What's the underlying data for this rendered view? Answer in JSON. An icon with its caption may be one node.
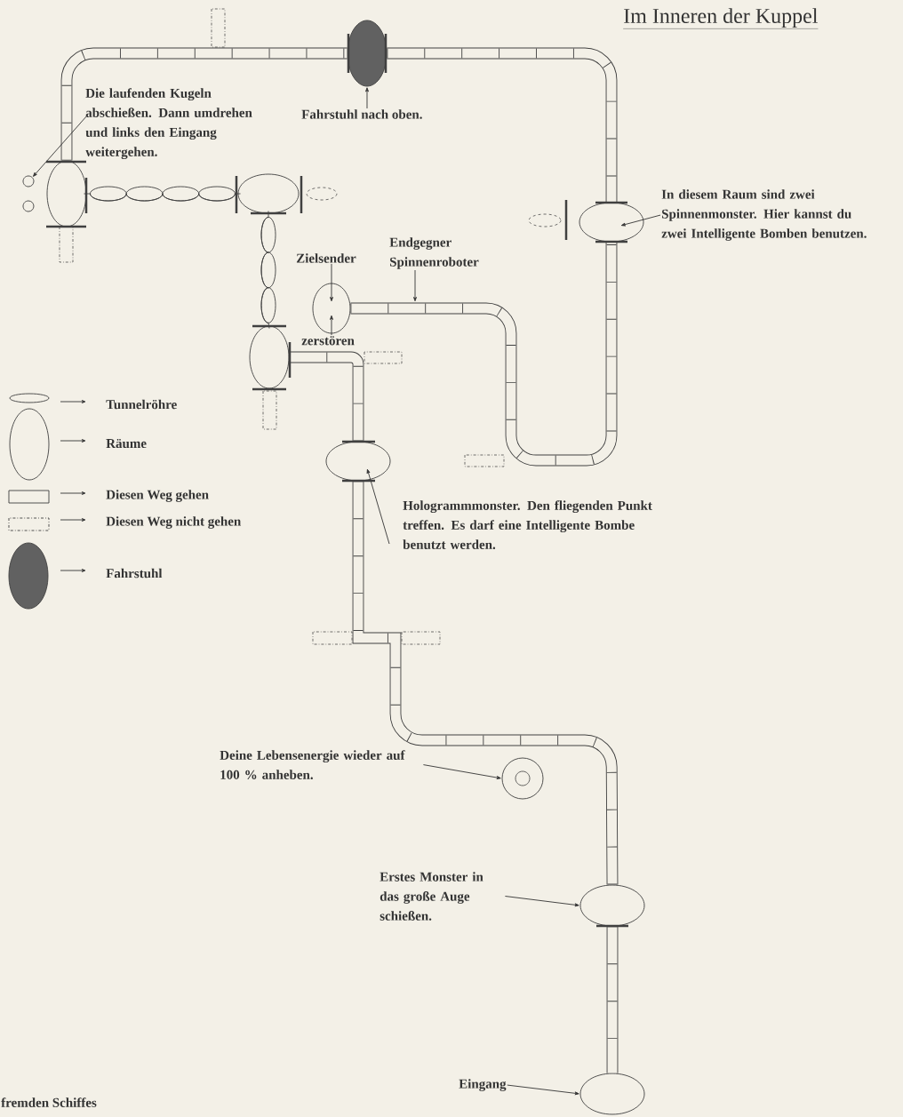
{
  "diagram": {
    "title": "Im Inneren der Kuppel",
    "nodes": [
      {
        "text": [],
        "shape": "ellipse"
      },
      {
        "text": [],
        "shape": "ellipse"
      },
      {
        "text": [],
        "shape": "ellipse"
      },
      {
        "text": [],
        "shape": "ellipse"
      },
      {
        "text": [],
        "shape": "ellipse"
      },
      {
        "text": [],
        "shape": "ellipse"
      },
      {
        "text": [],
        "shape": "ellipse"
      },
      {
        "text": [],
        "shape": "circle"
      },
      {
        "text": [],
        "shape": "ellipse"
      },
      {
        "text": [],
        "shape": "ellipse"
      },
      {
        "text": [],
        "shape": "circle"
      },
      {
        "text": [],
        "shape": "circle"
      },
      {
        "text": [
          "Die laufenden Kugeln abschießen. Dann umdrehen und links den Eingang weitergehen."
        ]
      },
      {
        "text": [
          "Fahrstuhl nach oben."
        ]
      },
      {
        "text": [
          "In diesem Raum sind zwei Spinnenmonster. Hier kannst du zwei Intelligente Bomben benutzen."
        ]
      },
      {
        "text": [
          "Zielsender"
        ]
      },
      {
        "text": [
          "zerstören"
        ]
      },
      {
        "text": [
          "Endgegner Spinnenroboter"
        ]
      },
      {
        "text": [
          "Hologrammmonster. Den fliegenden Punkt treffen. Es darf eine Intelligente Bombe benutzt werden."
        ]
      },
      {
        "text": [
          "Deine Lebensenergie wieder auf 100 % anheben."
        ]
      },
      {
        "text": [
          "Erstes Monster in das große Auge schießen."
        ]
      },
      {
        "text": [
          "Eingang"
        ]
      }
    ],
    "edges": [
      {
        "from": 0,
        "to": 6,
        "arrow": "none",
        "style": "thick"
      },
      {
        "from": 6,
        "to": 5,
        "arrow": "none",
        "style": "thick"
      },
      {
        "from": 0,
        "to": 1,
        "arrow": "none"
      },
      {
        "from": 1,
        "to": 2,
        "arrow": "none"
      },
      {
        "from": 2,
        "to": 4,
        "arrow": "none",
        "style": "thick"
      },
      {
        "from": 3,
        "to": 5,
        "arrow": "none",
        "style": "thick"
      },
      {
        "from": 4,
        "to": 8,
        "arrow": "none",
        "style": "thick"
      },
      {
        "from": 8,
        "to": 9,
        "arrow": "none",
        "style": "thick"
      },
      {
        "from": 12,
        "to": 10,
        "arrow": "to"
      },
      {
        "from": 13,
        "to": 6,
        "arrow": "to"
      },
      {
        "from": 14,
        "to": 5,
        "arrow": "to"
      },
      {
        "from": 15,
        "to": 3,
        "arrow": "to"
      },
      {
        "from": 16,
        "to": 3,
        "arrow": "to"
      },
      {
        "from": 17,
        "to": null,
        "arrow": "to"
      },
      {
        "from": 18,
        "to": 4,
        "arrow": "to"
      },
      {
        "from": 19,
        "to": 7,
        "arrow": "to"
      },
      {
        "from": 20,
        "to": 8,
        "arrow": "to"
      },
      {
        "from": 21,
        "to": 9,
        "arrow": "to"
      }
    ],
    "labels": [
      "fremden Schiffes"
    ],
    "legend": [
      {
        "text": "Tunnelröhre"
      },
      {
        "text": "Räume"
      },
      {
        "text": "Diesen Weg gehen"
      },
      {
        "text": "Diesen Weg nicht gehen"
      },
      {
        "text": "Fahrstuhl"
      }
    ]
  }
}
